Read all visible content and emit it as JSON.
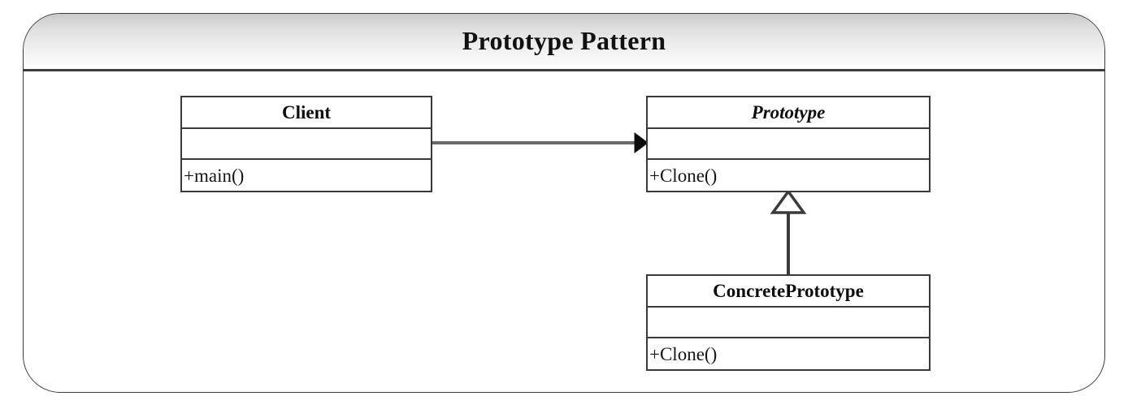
{
  "frame": {
    "title": "Prototype Pattern"
  },
  "classes": [
    {
      "id": "client",
      "name": "Client",
      "stereotype": "concrete",
      "attributes": [],
      "operations": [
        "+main()"
      ]
    },
    {
      "id": "prototype",
      "name": "Prototype",
      "stereotype": "abstract",
      "attributes": [],
      "operations": [
        "+Clone()"
      ]
    },
    {
      "id": "concrete_prototype",
      "name": "ConcretePrototype",
      "stereotype": "concrete",
      "attributes": [],
      "operations": [
        "+Clone()"
      ]
    }
  ],
  "relationships": [
    {
      "id": "client-uses-prototype",
      "type": "association",
      "from": "Client",
      "to": "Prototype",
      "arrowhead": "filled-triangle"
    },
    {
      "id": "concrete-inherits-prototype",
      "type": "generalization",
      "from": "ConcretePrototype",
      "to": "Prototype",
      "arrowhead": "hollow-triangle"
    }
  ],
  "colors": {
    "stroke": "#3a3a3a",
    "text": "#0d0d0d",
    "background": "#ffffff",
    "titlebar_top": "#c9c9c9",
    "titlebar_bottom": "#fdfdfd"
  }
}
